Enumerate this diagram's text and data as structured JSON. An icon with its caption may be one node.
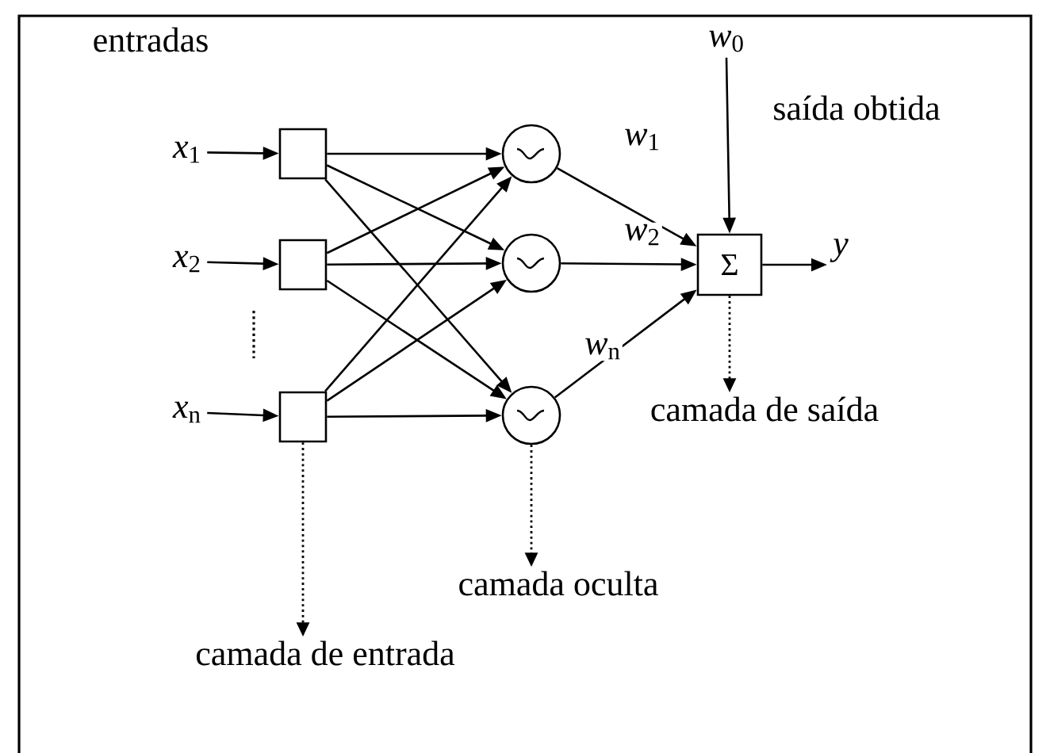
{
  "diagram": {
    "nodes": [
      {
        "text": [
          "*x*$_{1}$"
        ]
      },
      {
        "text": [
          "*x*$_{2}$"
        ]
      },
      {
        "text": [
          "*x*$_{n}$"
        ]
      },
      {
        "text": [],
        "shape": "box"
      },
      {
        "text": [],
        "shape": "box"
      },
      {
        "text": [],
        "shape": "box"
      },
      {
        "text": [],
        "shape": "circle"
      },
      {
        "text": [],
        "shape": "circle"
      },
      {
        "text": [],
        "shape": "circle"
      },
      {
        "text": [
          "Σ"
        ]
      },
      {
        "text": [
          "*w*$_{0}$"
        ]
      },
      {
        "text": [
          "y"
        ]
      },
      {
        "text": [
          "camada de entrada"
        ]
      },
      {
        "text": [
          "camada oculta"
        ]
      },
      {
        "text": [
          "camada de saída"
        ]
      }
    ],
    "edges": [
      {
        "from": 0,
        "to": 3,
        "arrow": "to"
      },
      {
        "from": 1,
        "to": 4,
        "arrow": "to"
      },
      {
        "from": 2,
        "to": 5,
        "arrow": "to"
      },
      {
        "from": 3,
        "to": 6,
        "arrow": "to"
      },
      {
        "from": 3,
        "to": 7,
        "arrow": "to"
      },
      {
        "from": 3,
        "to": 8,
        "arrow": "to"
      },
      {
        "from": 4,
        "to": 6,
        "arrow": "to"
      },
      {
        "from": 4,
        "to": 7,
        "arrow": "to"
      },
      {
        "from": 4,
        "to": 8,
        "arrow": "to"
      },
      {
        "from": 5,
        "to": 6,
        "arrow": "to"
      },
      {
        "from": 5,
        "to": 7,
        "arrow": "to"
      },
      {
        "from": 5,
        "to": 8,
        "arrow": "to"
      },
      {
        "from": 6,
        "to": 9,
        "arrow": "to",
        "label": "*w*$_{1}$"
      },
      {
        "from": 7,
        "to": 9,
        "arrow": "to",
        "label": "*w*$_{2}$"
      },
      {
        "from": 8,
        "to": 9,
        "arrow": "to",
        "label": "*w*$_{n}$"
      },
      {
        "from": 10,
        "to": 9,
        "arrow": "to"
      },
      {
        "from": 9,
        "to": 11,
        "arrow": "to"
      },
      {
        "from": 5,
        "to": 12,
        "arrow": "to",
        "style": "dashed"
      },
      {
        "from": 8,
        "to": 13,
        "arrow": "to",
        "style": "dashed"
      },
      {
        "from": 9,
        "to": 14,
        "arrow": "to",
        "style": "dashed"
      }
    ],
    "labels": [
      "entradas",
      "saída obtida"
    ]
  }
}
